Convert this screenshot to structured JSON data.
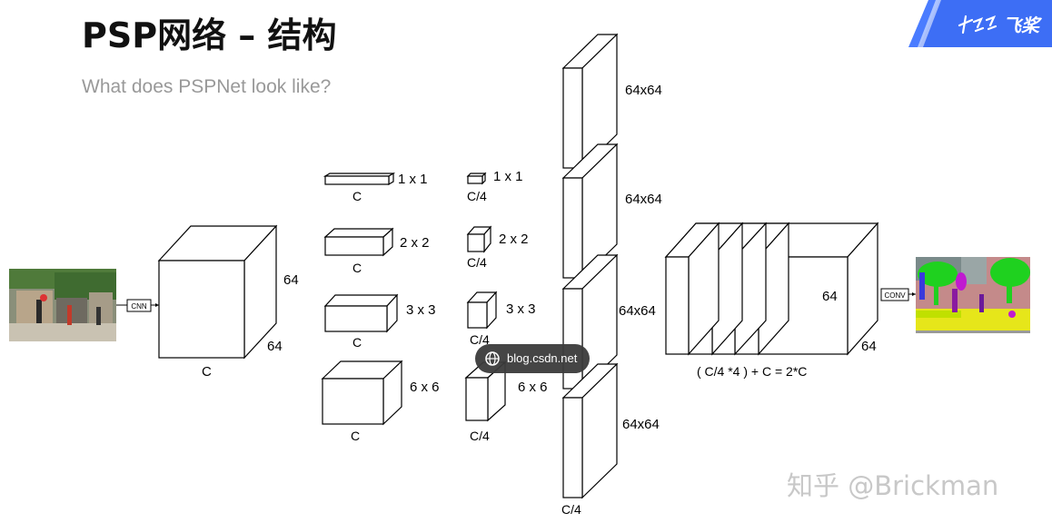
{
  "header": {
    "title": "PSP网络 – 结构",
    "subtitle": "What does PSPNet look like?"
  },
  "logo": {
    "text": "飞桨",
    "accent": "#2f6bff"
  },
  "diagram": {
    "input_module": "CNN",
    "feature_map": {
      "height": "64",
      "width": "64",
      "channels": "C"
    },
    "pool_sizes": [
      "1 x 1",
      "2 x 2",
      "3 x 3",
      "6 x 6"
    ],
    "pool_channels": "C",
    "reduced_channels": "C/4",
    "upsampled": [
      "64x64",
      "64x64",
      "64x64",
      "64x64"
    ],
    "upsampled_channels": "C/4",
    "concat": {
      "height": "64",
      "width": "64",
      "formula": "( C/4 *4 ) + C = 2*C"
    },
    "output_module": "CONV"
  },
  "badge": {
    "text": "blog.csdn.net"
  },
  "watermark": {
    "text": "知乎 @Brickman"
  }
}
